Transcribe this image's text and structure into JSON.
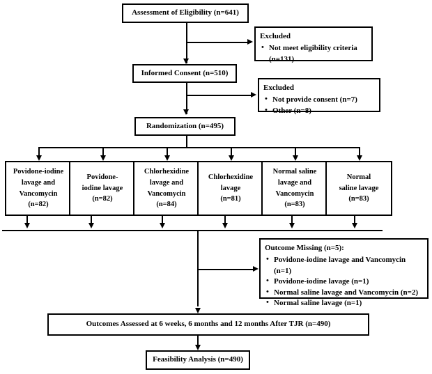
{
  "diagram": {
    "type": "consort-flow-diagram",
    "title": "CONSORT participant flow diagram",
    "nodes": {
      "eligibility": {
        "label": "Assessment of Eligibility (n=641)",
        "n": 641
      },
      "excluded_1": {
        "title": "Excluded",
        "items": [
          "Not meet eligibility criteria (n=131)"
        ]
      },
      "consent": {
        "label": "Informed Consent (n=510)",
        "n": 510
      },
      "excluded_2": {
        "title": "Excluded",
        "items": [
          "Not provide consent (n=7)",
          "Other (n=8)"
        ]
      },
      "randomization": {
        "label": "Randomization (n=495)",
        "n": 495
      },
      "outcome_missing": {
        "title": "Outcome Missing (n=5):",
        "items": [
          "Povidone-iodine lavage and Vancomycin (n=1)",
          "Povidone-iodine lavage (n=1)",
          "Normal saline lavage and Vancomycin (n=2)",
          "Normal saline lavage (n=1)"
        ]
      },
      "outcomes_assessed": {
        "label": "Outcomes Assessed at 6 weeks, 6 months and 12 months After TJR (n=490)",
        "n": 490
      },
      "feasibility": {
        "label": "Feasibility Analysis (n=490)",
        "n": 490
      }
    },
    "arms": [
      {
        "lines": [
          "Povidone-iodine",
          "lavage and",
          "Vancomycin",
          "(n=82)"
        ],
        "n": 82
      },
      {
        "lines": [
          "Povidone-",
          "iodine lavage",
          "(n=82)"
        ],
        "n": 82
      },
      {
        "lines": [
          "Chlorhexidine",
          "lavage and",
          "Vancomycin",
          "(n=84)"
        ],
        "n": 84
      },
      {
        "lines": [
          "Chlorhexidine",
          "lavage",
          "(n=81)"
        ],
        "n": 81
      },
      {
        "lines": [
          "Normal saline",
          "lavage and",
          "Vancomycin",
          "(n=83)"
        ],
        "n": 83
      },
      {
        "lines": [
          "Normal",
          "saline lavage",
          "(n=83)"
        ],
        "n": 83
      }
    ],
    "colors": {
      "stroke": "#000000",
      "fill": "#ffffff",
      "text": "#000000"
    }
  }
}
